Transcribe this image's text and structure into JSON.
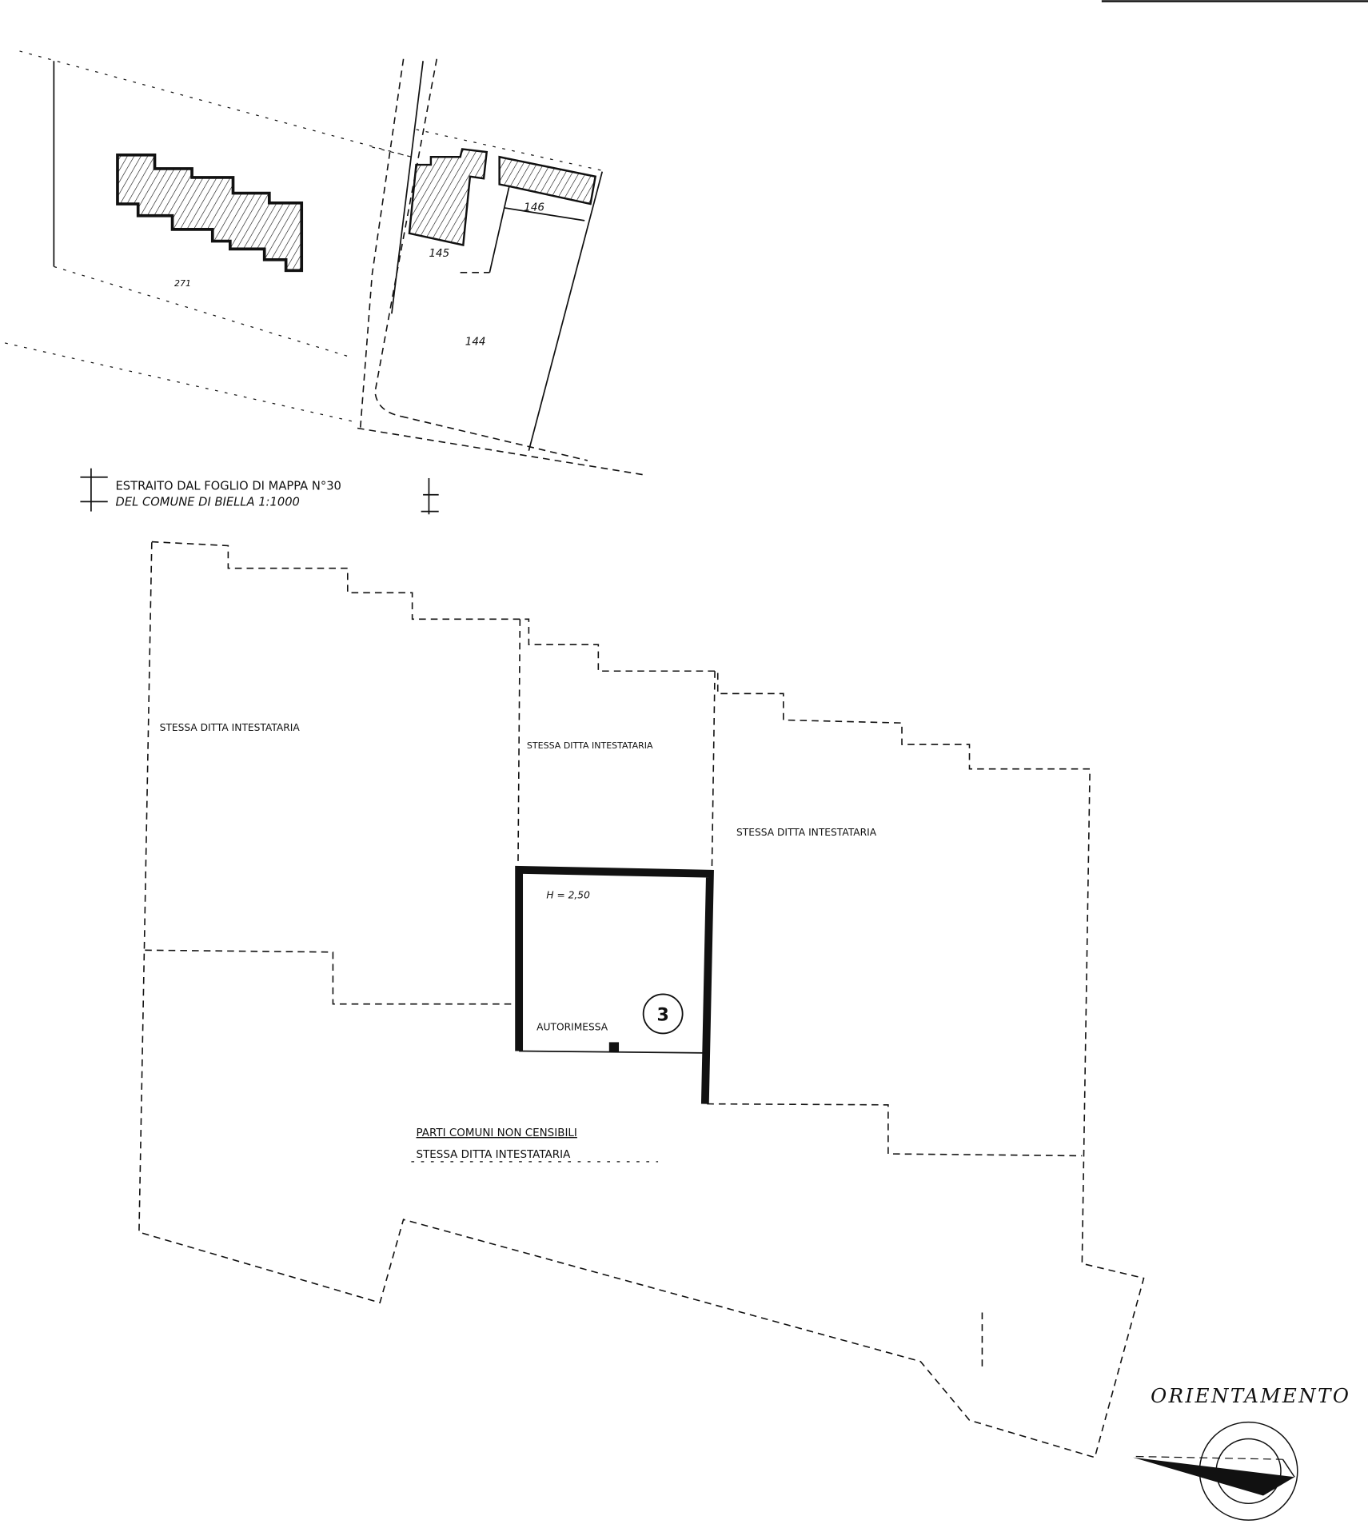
{
  "extract": {
    "line1": "ESTRAITO DAL FOGLIO DI MAPPA N°30",
    "line2": "DEL COMUNE DI BIELLA 1:1000"
  },
  "parcels": {
    "p271": "271",
    "p144": "144",
    "p145": "145",
    "p146": "146"
  },
  "floor_plan": {
    "same_owner_left": "STESSA DITTA INTESTATARIA",
    "same_owner_middle": "STESSA DITTA INTESTATARIA",
    "same_owner_right": "STESSA DITTA INTESTATARIA",
    "garage_height": "H = 2,50",
    "garage_label": "AUTORIMESSA",
    "garage_number": "3",
    "common_parts": "PARTI COMUNI NON CENSIBILI",
    "same_owner_bottom": "STESSA DITTA INTESTATARIA"
  },
  "orientation": {
    "label": "ORIENTAMENTO"
  }
}
